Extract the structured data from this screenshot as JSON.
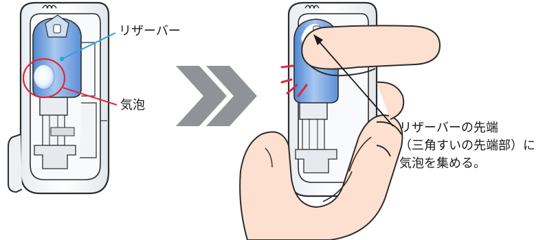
{
  "labels": {
    "reservoir": "リザーバー",
    "bubble": "気泡"
  },
  "instruction": {
    "lines": [
      "リザーバーの先端",
      "（三角すいの先端部）に",
      "気泡を集める。"
    ]
  },
  "colors": {
    "device_outline": "#2b2b2b",
    "device_body": "#f4f6f8",
    "reservoir_fill": "#8fb6e8",
    "reservoir_dark": "#4f86d1",
    "bubble_highlight": "#ffffff",
    "callout_reservoir": "#2aa6e0",
    "callout_bubble": "#e0263a",
    "arrow_chevrons": "#8f9397",
    "skin": "#fde0cf",
    "skin_outline": "#2b2b2b",
    "tap_marks": "#e0263a"
  },
  "icons": {
    "arrow": "double-chevron-right-icon"
  }
}
